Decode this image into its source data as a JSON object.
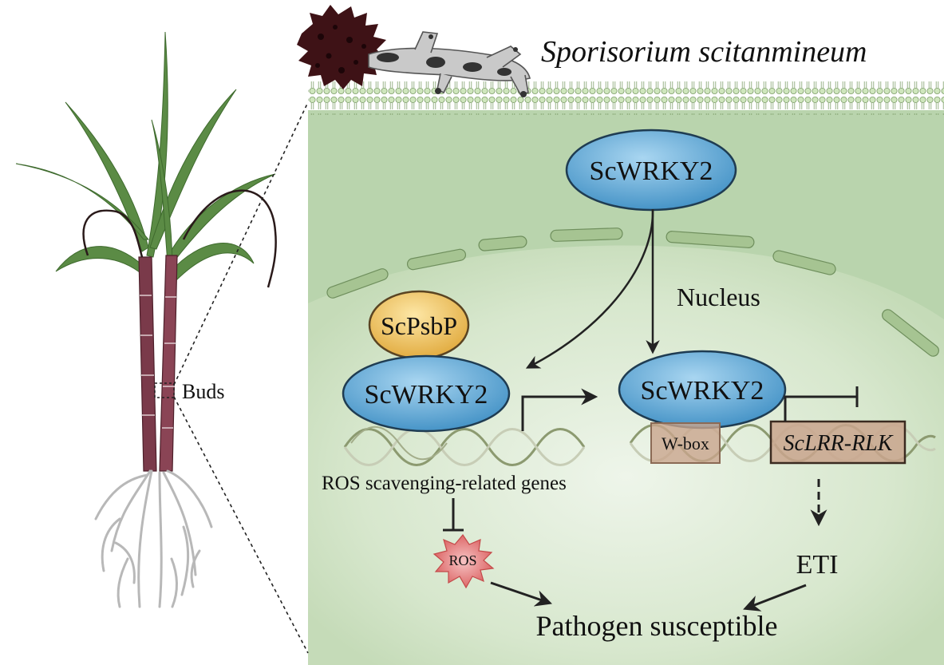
{
  "labels": {
    "pathogen": "Sporisorium scitanmineum",
    "buds": "Buds",
    "wrky_top": "ScWRKY2",
    "nucleus": "Nucleus",
    "psbp": "ScPsbP",
    "wrky_left": "ScWRKY2",
    "wrky_right": "ScWRKY2",
    "wbox": "W-box",
    "lrr": "ScLRR-RLK",
    "ros_genes": "ROS scavenging-related genes",
    "ros": "ROS",
    "eti": "ETI",
    "outcome": "Pathogen susceptible"
  },
  "colors": {
    "cell_fill": "#b9d4ad",
    "nucleus_fill": "#dbe9d2",
    "nuclear_envelope": "#a3c08f",
    "membrane": "#c9e2b6",
    "wrky_blue": "#5aa7d6",
    "psbp_yellow": "#eec25a",
    "ros_red": "#e07070",
    "dna_box": "#c9a58d",
    "stem": "#7a3a4a",
    "leaf": "#4e7d3a",
    "root": "#b8b8b8",
    "spore": "#3e1216"
  }
}
